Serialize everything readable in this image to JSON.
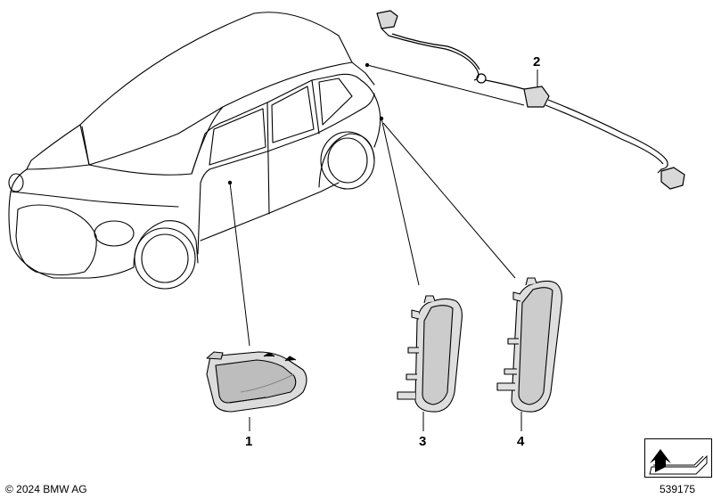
{
  "callouts": {
    "c1": "1",
    "c2": "2",
    "c3": "3",
    "c4": "4"
  },
  "footer": {
    "copyright": "© 2024 BMW AG",
    "diagram_number": "539175"
  },
  "icons": {
    "orientation": "view-orientation-arrow-icon"
  },
  "colors": {
    "line": "#000000",
    "part_fill": "#d9d9d9",
    "part_shade": "#a8a8a8"
  }
}
